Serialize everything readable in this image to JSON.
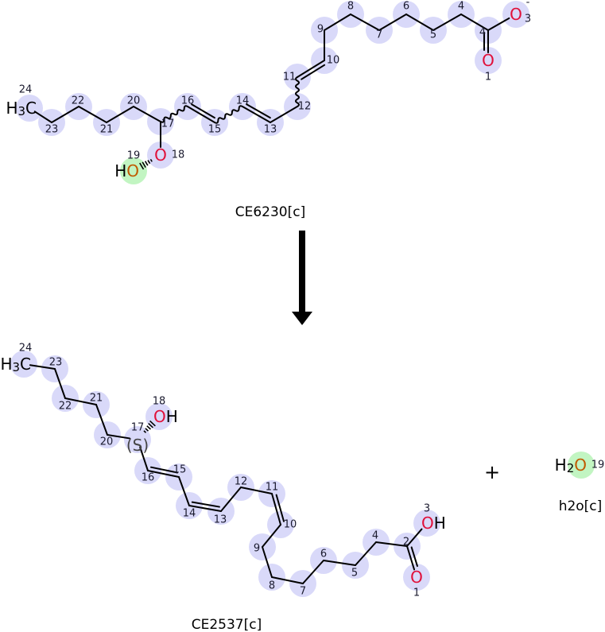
{
  "reaction": {
    "plus": "+",
    "arrow_icon": "reaction-arrow-down"
  },
  "symbols": {
    "H": "H",
    "C": "C",
    "O": "O",
    "sub3": "3",
    "sub2": "2",
    "stereo_s": "(S)",
    "charge": "-"
  },
  "colors": {
    "atom_highlight": "#d9d9f9",
    "reacting_highlight": "#c2f5c2",
    "oxygen": "#e0103a",
    "water_oxygen": "#c05a00"
  },
  "reactant": {
    "name": "CE6230[c]",
    "atom_numbers": {
      "t24": "24",
      "t23": "23",
      "t22": "22",
      "t21": "21",
      "t20": "20",
      "t17": "17",
      "t16": "16",
      "t15": "15",
      "t14": "14",
      "t13": "13",
      "t12": "12",
      "t11": "11",
      "t10": "10",
      "t9": "9",
      "t8": "8",
      "t7": "7",
      "t6": "6",
      "t5": "5",
      "t4": "4",
      "t2": "4",
      "tO3": "3",
      "tO1": "1",
      "tO18": "18",
      "tO19": "19"
    }
  },
  "product": {
    "name": "CE2537[c]",
    "atom_numbers": {
      "b24": "24",
      "b23": "23",
      "b22": "22",
      "b21": "21",
      "b20": "20",
      "b17": "17",
      "bO18": "18",
      "b16": "16",
      "b15": "15",
      "b14": "14",
      "b13": "13",
      "b12": "12",
      "b11": "11",
      "b10": "10",
      "b9": "9",
      "b8": "8",
      "b7": "7",
      "b6": "6",
      "b5": "5",
      "b4": "4",
      "b2": "2",
      "bO3": "3",
      "bO1": "1"
    }
  },
  "water": {
    "name": "h2o[c]",
    "atom_numbers": {
      "wO19": "19"
    }
  }
}
